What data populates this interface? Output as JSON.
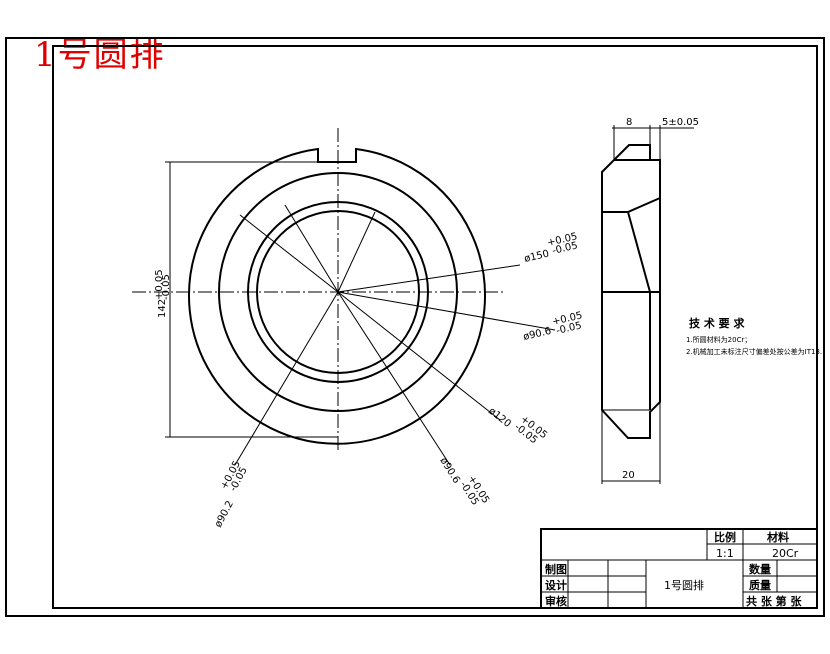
{
  "drawing_title": "1号圆排",
  "dimensions": {
    "d150": "ø150",
    "d150_tol": "+0.05\n-0.05",
    "d90_6a": "ø90.6",
    "d90_6a_tol": "+0.05\n-0.05",
    "d120": "ø120",
    "d120_tol": "+0.05\n-0.05",
    "d90_6b": "ø90.6",
    "d90_6b_tol": "+0.05\n-0.05",
    "d90_2": "ø90.2",
    "d90_2_tol": "+0.05\n-0.05",
    "h142": "142",
    "h142_tol": "+0.05\n-0.05",
    "w8": "8",
    "w5": "5±0.05",
    "w20": "20"
  },
  "tech_req": {
    "heading": "技 术 要 求",
    "line1": "1.所圆材料为20Cr；",
    "line2": "2.机械加工未标注尺寸偏差处按公差为IT13."
  },
  "title_block": {
    "scale_label": "比例",
    "scale_value": "1:1",
    "material_label": "材料",
    "material_value": "20Cr",
    "drawn_label": "制图",
    "design_label": "设计",
    "check_label": "审核",
    "part_name": "1号圆排",
    "qty_label": "数量",
    "weight_label": "质量",
    "sheets_label": "共 张 第 张"
  }
}
